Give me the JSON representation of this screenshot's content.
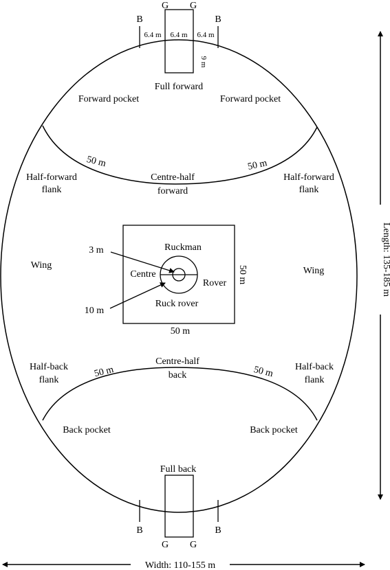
{
  "diagram": {
    "posts": {
      "top": [
        "B",
        "G",
        "G",
        "B"
      ],
      "bottom": [
        "B",
        "G",
        "G",
        "B"
      ]
    },
    "post_spacing": [
      "6.4 m",
      "6.4 m",
      "6.4 m"
    ],
    "goal_square_depth": "9 m",
    "arc_distance": "50 m",
    "centre_square_side": "50 m",
    "centre_circles": {
      "inner": "3 m",
      "outer": "10 m"
    },
    "positions": {
      "full_forward": "Full forward",
      "forward_pocket": "Forward pocket",
      "half_forward_flank": [
        "Half-forward",
        "flank"
      ],
      "centre_half_forward": [
        "Centre-half",
        "forward"
      ],
      "wing": "Wing",
      "ruckman": "Ruckman",
      "centre": "Centre",
      "rover": "Rover",
      "ruck_rover": "Ruck rover",
      "half_back_flank": [
        "Half-back",
        "flank"
      ],
      "centre_half_back": [
        "Centre-half",
        "back"
      ],
      "back_pocket": "Back pocket",
      "full_back": "Full back"
    },
    "dimensions": {
      "length": "Length: 135-185 m",
      "width": "Width: 110-155 m"
    }
  }
}
